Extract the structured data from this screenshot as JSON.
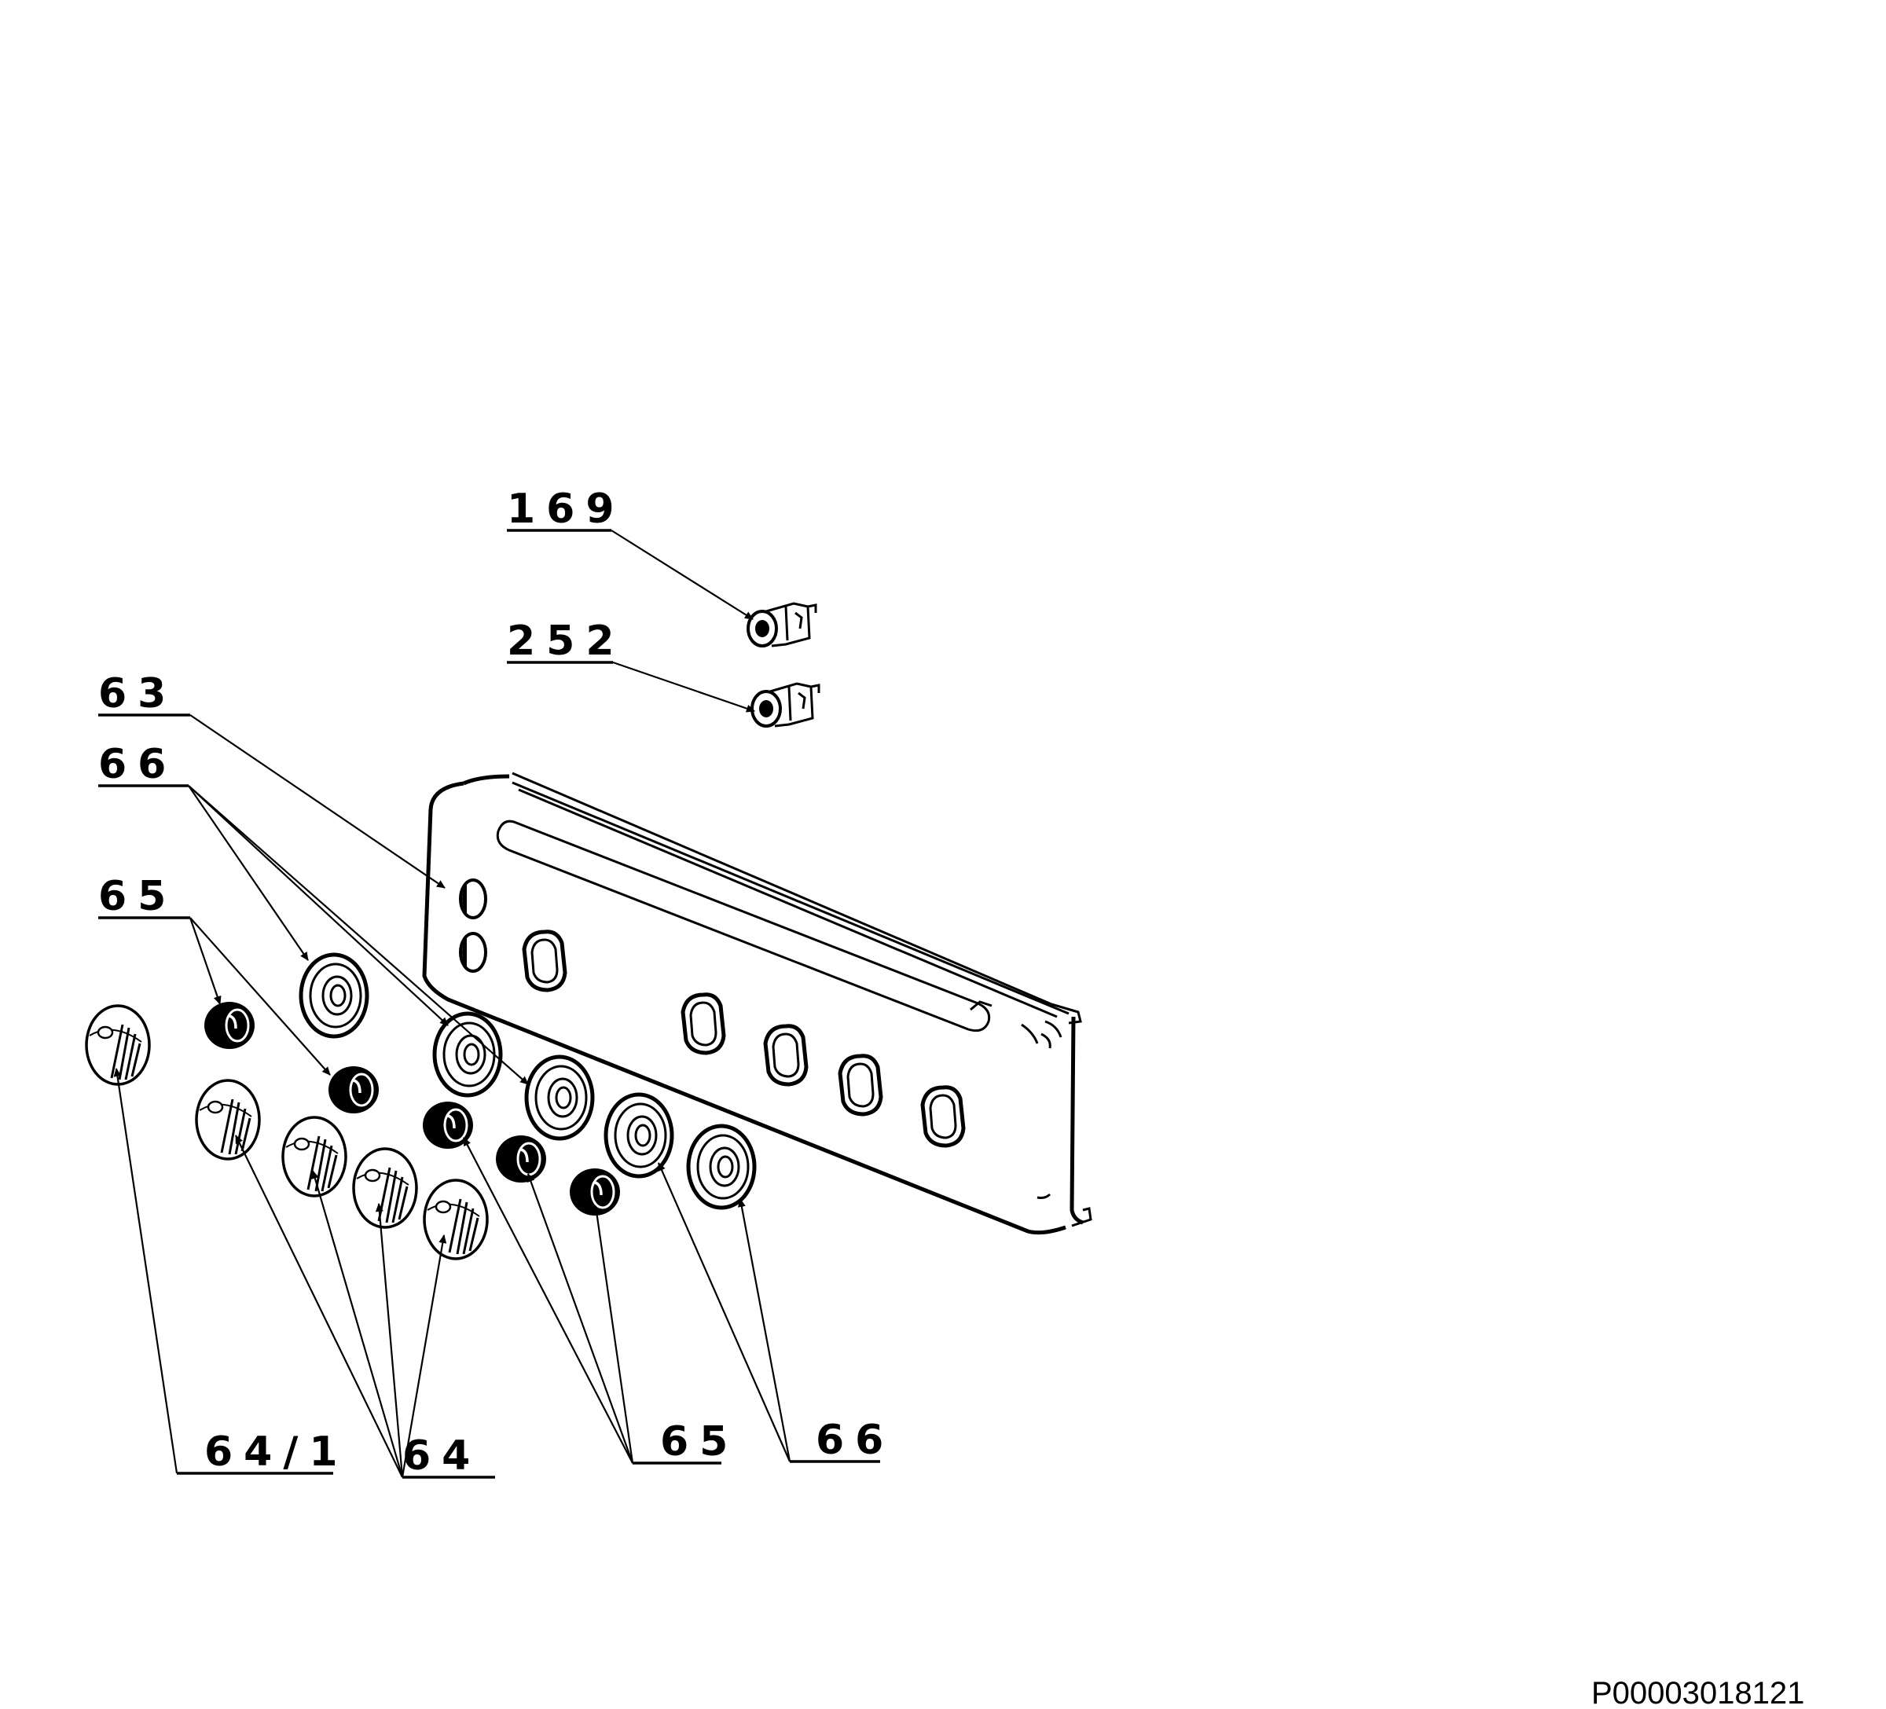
{
  "labels": {
    "l169": "169",
    "l252": "252",
    "l63": "63",
    "l66_top": "66",
    "l65_top": "65",
    "l64_1": "64/1",
    "l64": "64",
    "l65_bottom": "65",
    "l66_bottom": "66"
  },
  "document_id": "P00003018121"
}
